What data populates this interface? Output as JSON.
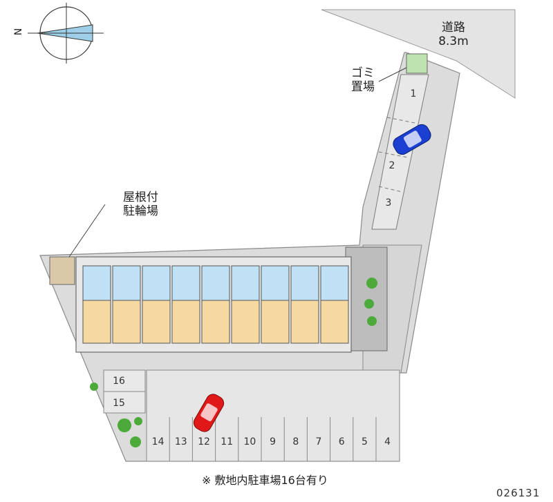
{
  "road": {
    "name": "道路",
    "width": "8.3m"
  },
  "labels": {
    "trash": [
      "ゴミ",
      "置場"
    ],
    "bicycle": [
      "屋根付",
      "駐輪場"
    ],
    "footnote": "※ 敷地内駐車場16台有り",
    "code": "026131"
  },
  "compass": {
    "north_label": "N",
    "orientation": "north-left"
  },
  "parking": {
    "total_spaces": 16,
    "right_column": [
      "1",
      "2",
      "3"
    ],
    "left_column": [
      "16",
      "15"
    ],
    "bottom_row": [
      "14",
      "13",
      "12",
      "11",
      "10",
      "9",
      "8",
      "7",
      "6",
      "5",
      "4"
    ],
    "occupied": [
      {
        "space": "2",
        "car_color": "#1a3fd1"
      },
      {
        "space": "12",
        "car_color": "#e01818"
      }
    ]
  },
  "building": {
    "units": 9
  },
  "colors": {
    "site_ground": "#dcdcdc",
    "building_room": "#f5d9a0",
    "building_bath": "#bfe0f5",
    "vegetation": "#4caa3a",
    "road": "#e4e4e4"
  }
}
